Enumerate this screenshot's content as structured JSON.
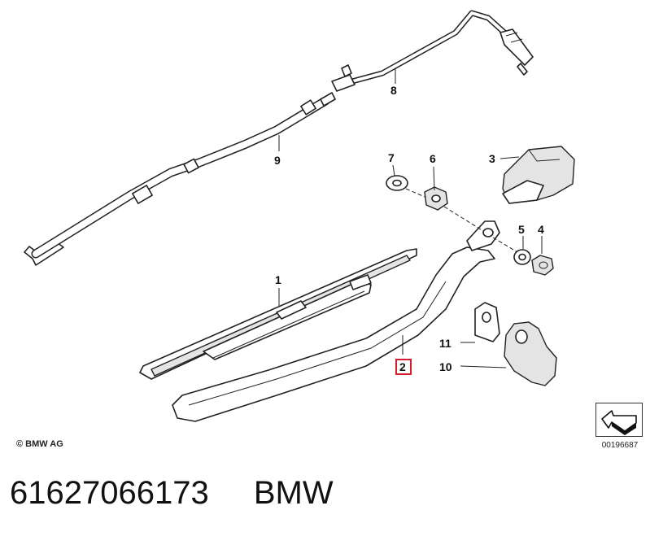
{
  "callouts": {
    "c1": "1",
    "c2": "2",
    "c3": "3",
    "c4": "4",
    "c5": "5",
    "c6": "6",
    "c7": "7",
    "c8": "8",
    "c9": "9",
    "c10": "10",
    "c11": "11"
  },
  "highlight_color": "#d21f2a",
  "copyright": "© BMW AG",
  "diagram_ref": "00196687",
  "footer": {
    "part_number": "61627066173",
    "brand": "BMW"
  }
}
